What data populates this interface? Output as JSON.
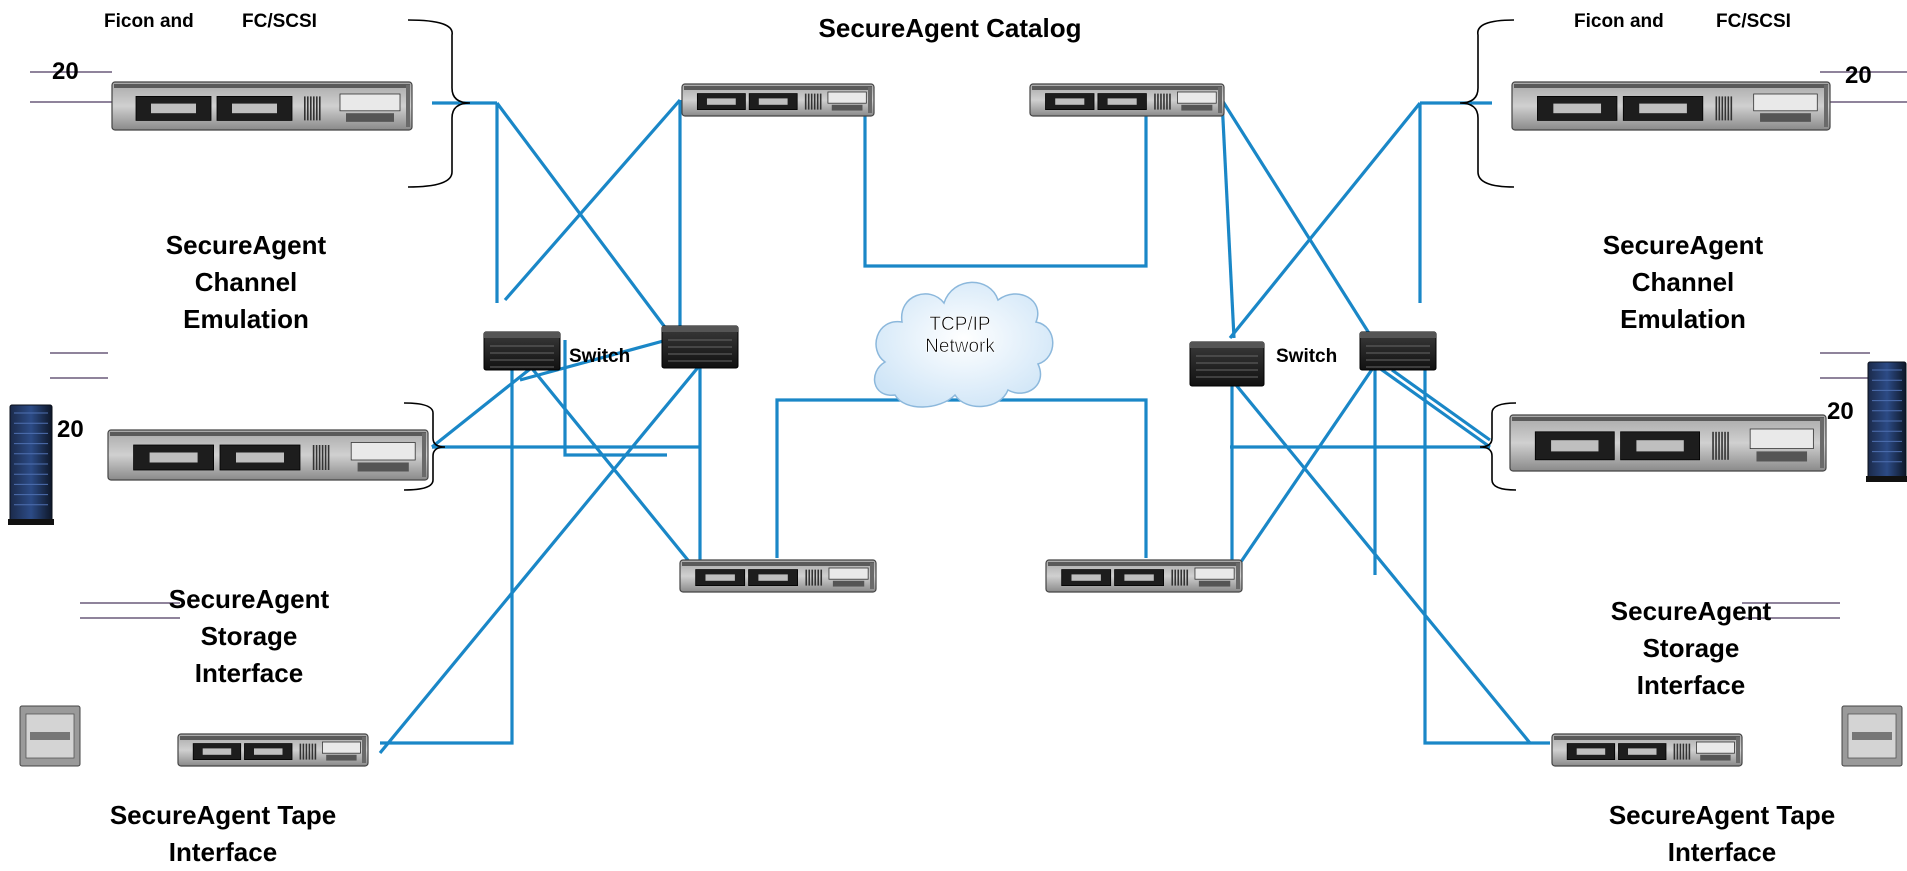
{
  "title": "SecureAgent Catalog",
  "left": {
    "protocol_a": "Ficon and",
    "protocol_b": "FC/SCSI",
    "count_top": "20",
    "count_mid": "20",
    "channel_emulation": [
      "SecureAgent",
      "Channel",
      "Emulation"
    ],
    "storage_interface": [
      "SecureAgent",
      "Storage",
      "Interface"
    ],
    "tape_interface": [
      "SecureAgent Tape",
      "Interface"
    ],
    "switch_label": "Switch"
  },
  "right": {
    "protocol_a": "Ficon and",
    "protocol_b": "FC/SCSI",
    "count_top": "20",
    "count_mid": "20",
    "channel_emulation": [
      "SecureAgent",
      "Channel",
      "Emulation"
    ],
    "storage_interface": [
      "SecureAgent",
      "Storage",
      "Interface"
    ],
    "tape_interface": [
      "SecureAgent Tape",
      "Interface"
    ],
    "switch_label": "Switch"
  },
  "network": {
    "line1": "TCP/IP",
    "line2": "Network"
  },
  "colors": {
    "link": "#1a87c7",
    "device_dark": "#2b2b2b",
    "bracket": "#000000",
    "cloud": "#eaf4fc"
  }
}
